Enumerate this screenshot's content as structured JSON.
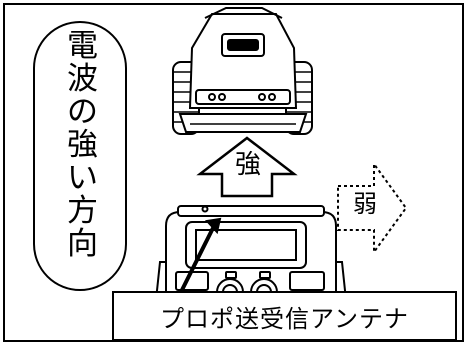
{
  "side_text": [
    "電",
    "波",
    "の",
    "強",
    "い",
    "方",
    "向"
  ],
  "strong_arrow_label": "強",
  "weak_arrow_label": "弱",
  "antenna_label": "プロポ送受信アンテナ",
  "colors": {
    "line": "#000000",
    "background": "#ffffff"
  }
}
